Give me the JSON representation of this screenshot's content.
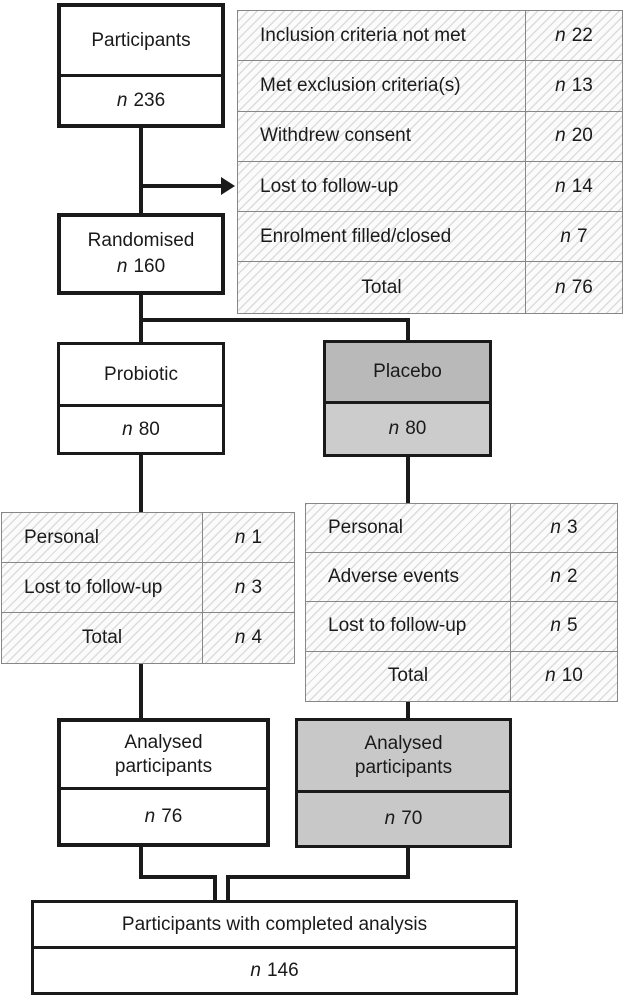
{
  "n_prefix": "n",
  "nodes": {
    "participants": {
      "label": "Participants",
      "value": "236"
    },
    "randomised": {
      "label": "Randomised",
      "value": "160"
    },
    "probiotic": {
      "label": "Probiotic",
      "value": "80"
    },
    "placebo": {
      "label": "Placebo",
      "value": "80"
    },
    "analysed_probiotic": {
      "label": "Analysed participants",
      "value": "76"
    },
    "analysed_placebo": {
      "label": "Analysed participants",
      "value": "70"
    },
    "completed": {
      "label": "Participants with completed analysis",
      "value": "146"
    }
  },
  "exclusions": {
    "rows": [
      {
        "label": "Inclusion criteria not met",
        "value": "22"
      },
      {
        "label": "Met exclusion criteria(s)",
        "value": "13"
      },
      {
        "label": "Withdrew consent",
        "value": "20"
      },
      {
        "label": "Lost to follow-up",
        "value": "14"
      },
      {
        "label": "Enrolment filled/closed",
        "value": "7"
      },
      {
        "label": "Total",
        "value": "76"
      }
    ]
  },
  "probiotic_dropouts": {
    "rows": [
      {
        "label": "Personal",
        "value": "1"
      },
      {
        "label": "Lost to follow-up",
        "value": "3"
      },
      {
        "label": "Total",
        "value": "4"
      }
    ]
  },
  "placebo_dropouts": {
    "rows": [
      {
        "label": "Personal",
        "value": "3"
      },
      {
        "label": "Adverse events",
        "value": "2"
      },
      {
        "label": "Lost to follow-up",
        "value": "5"
      },
      {
        "label": "Total",
        "value": "10"
      }
    ]
  },
  "colors": {
    "line_black": "#1a1a1a",
    "table_border_gray": "#878787",
    "hatch_gray": "#dcdcdc",
    "placebo_header_fill": "#b9b9b9",
    "placebo_value_fill": "#cccccc",
    "analysed_placebo_fill": "#c8c8c8"
  }
}
